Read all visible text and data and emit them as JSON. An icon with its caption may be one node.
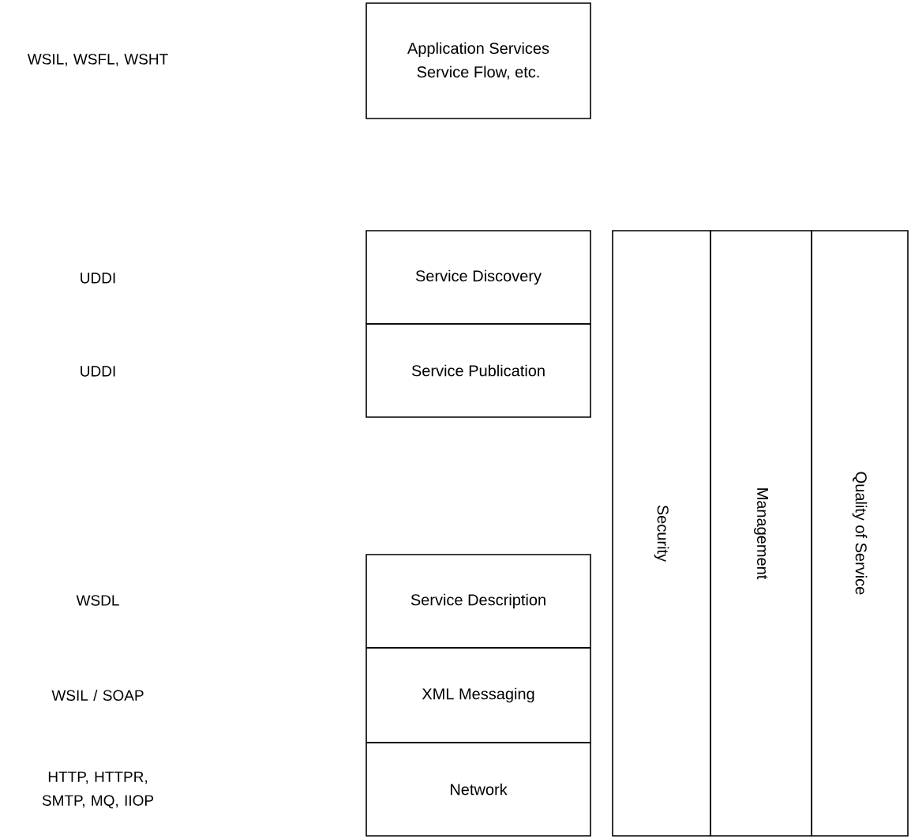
{
  "diagram": {
    "nodes": [
      {
        "text": [
          "Application Services",
          "Service Flow, etc."
        ]
      },
      {
        "text": [
          "Service Discovery"
        ]
      },
      {
        "text": [
          "Service Publication"
        ]
      },
      {
        "text": [
          "Service Description"
        ]
      },
      {
        "text": [
          "XML Messaging"
        ]
      },
      {
        "text": [
          "Network"
        ]
      },
      {
        "text": [
          "Security"
        ]
      },
      {
        "text": [
          "Management"
        ]
      },
      {
        "text": [
          "Quality of Service"
        ]
      }
    ],
    "labels": [
      "WSIL, WSFL, WSHT",
      "UDDI",
      "UDDI",
      "WSDL",
      "WSIL / SOAP",
      "HTTP, HTTPR, SMTP, MQ, IIOP"
    ]
  }
}
